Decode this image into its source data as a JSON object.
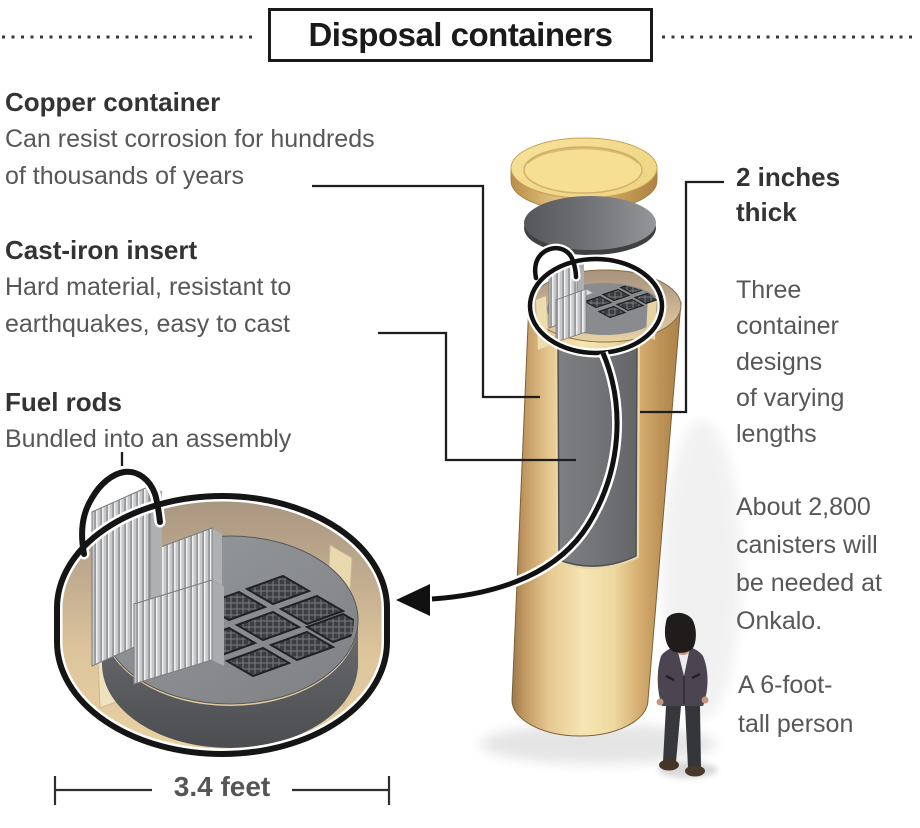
{
  "title": "Disposal containers",
  "annotations": {
    "copper": {
      "heading": "Copper container",
      "lines": [
        "Can resist corrosion for hundreds",
        "of thousands of years"
      ]
    },
    "cast_iron": {
      "heading": "Cast-iron insert",
      "lines": [
        "Hard material, resistant to",
        "earthquakes, easy to cast"
      ]
    },
    "fuel_rods": {
      "heading": "Fuel rods",
      "lines": [
        "Bundled into an assembly"
      ]
    },
    "thickness": {
      "lines": [
        "2 inches",
        "thick"
      ]
    },
    "designs": {
      "lines": [
        "Three",
        "container",
        "designs",
        "of varying",
        "lengths"
      ]
    },
    "canisters": {
      "lines": [
        "About 2,800",
        "canisters will",
        "be needed at",
        "Onkalo."
      ]
    },
    "person": {
      "lines": [
        "A 6-foot-",
        "tall person"
      ]
    },
    "diameter": "3.4 feet"
  },
  "colors": {
    "copper_light": "#f5e3b1",
    "copper_dark": "#aa8048",
    "iron_gray": "#727477",
    "outline_black": "#1a1a1a",
    "heading_text": "#333333",
    "body_text": "#575757"
  }
}
